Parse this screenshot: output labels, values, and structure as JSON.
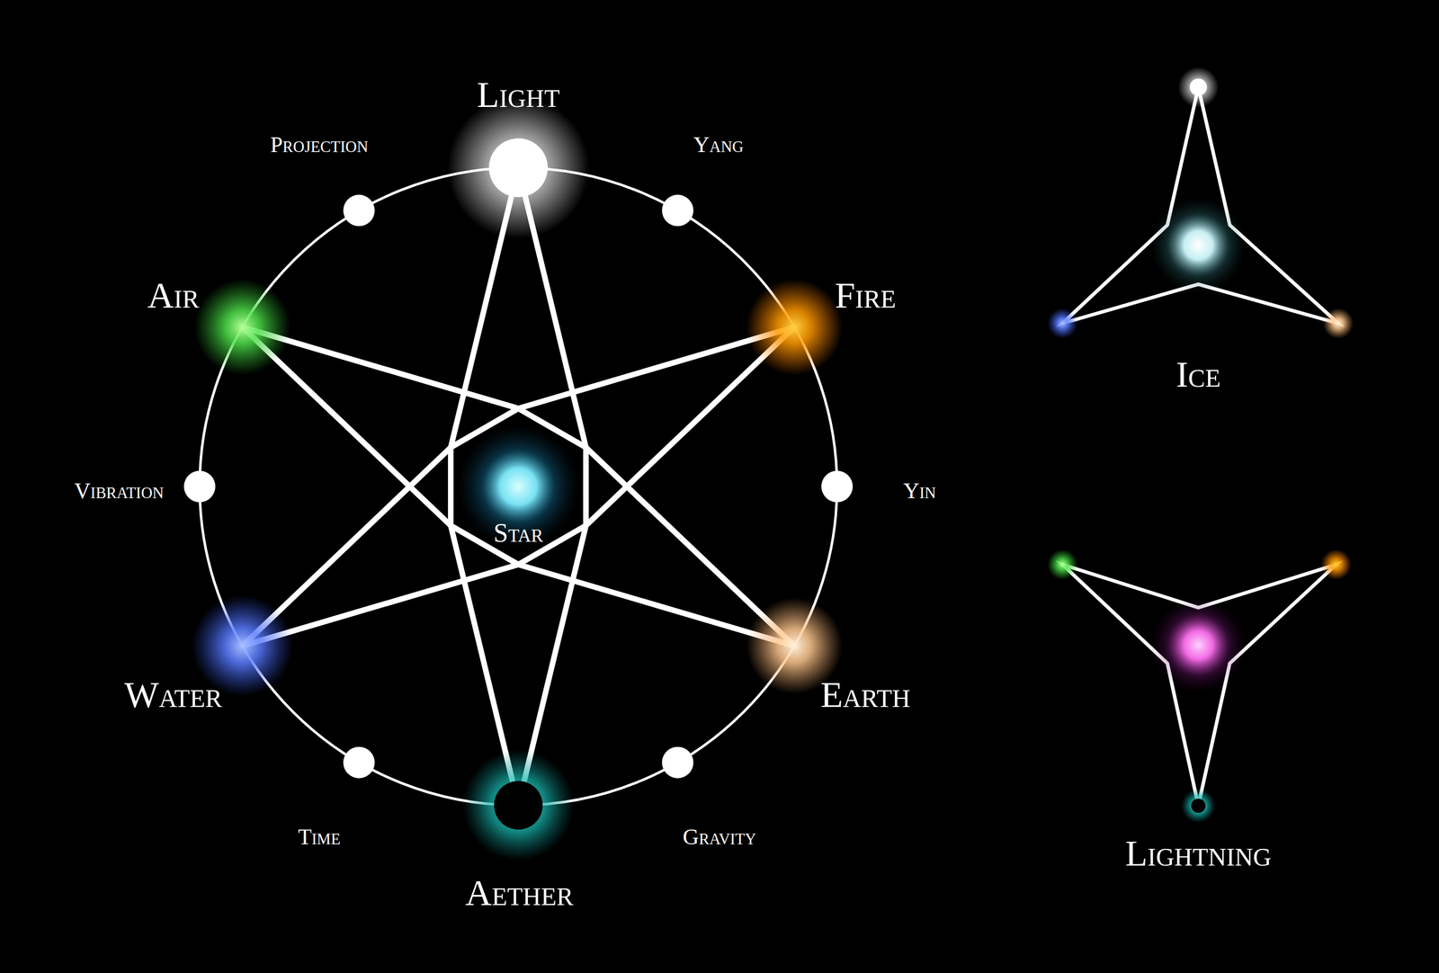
{
  "diagram": {
    "labels": [
      "Light",
      "Projection",
      "Yang",
      "Air",
      "Fire",
      "Vibration",
      "Yin",
      "Star",
      "Water",
      "Earth",
      "Time",
      "Gravity",
      "Aether",
      "Ice",
      "Lightning"
    ]
  }
}
